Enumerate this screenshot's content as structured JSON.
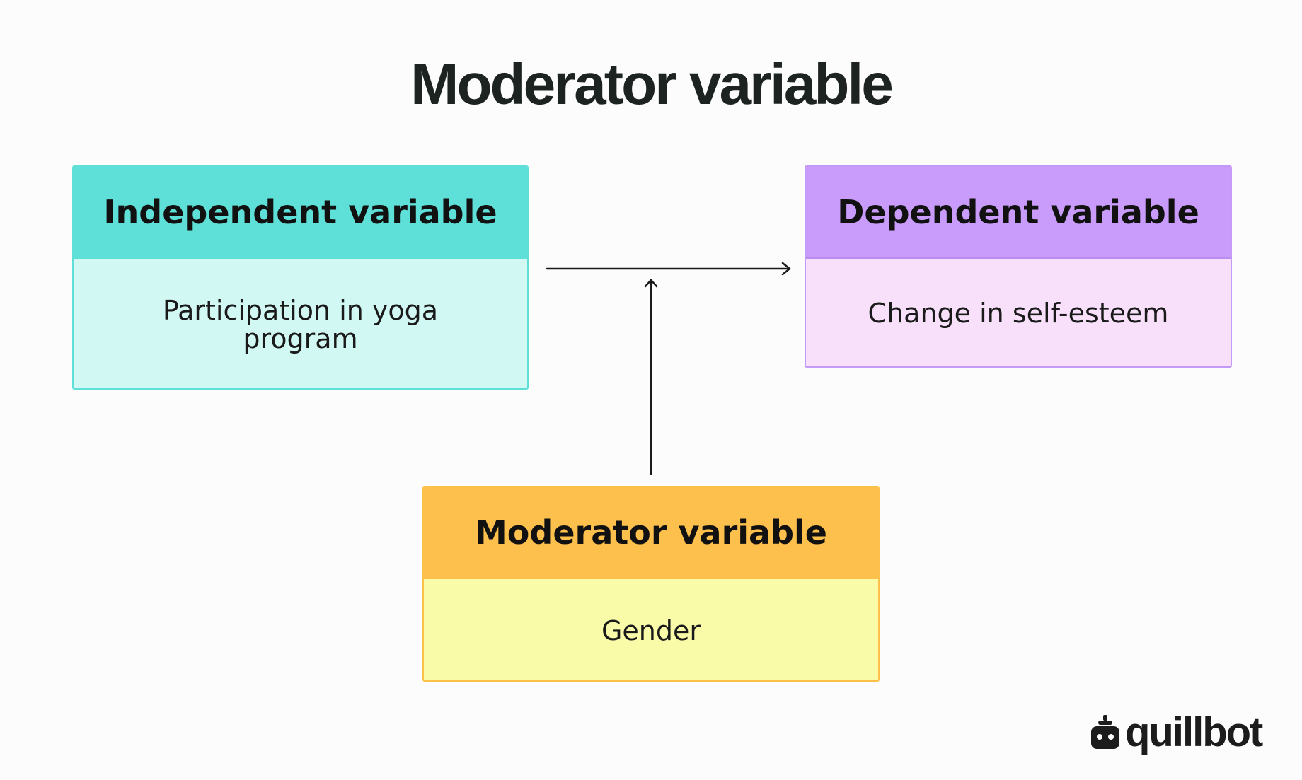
{
  "title": "Moderator variable",
  "boxes": {
    "independent": {
      "heading": "Independent variable",
      "text": "Participation in yoga program",
      "header_color": "#5ee0d8",
      "body_color": "#d2f8f3"
    },
    "dependent": {
      "heading": "Dependent variable",
      "text": "Change in self-esteem",
      "header_color": "#c99cfb",
      "body_color": "#f9e0fa"
    },
    "moderator": {
      "heading": "Moderator variable",
      "text": "Gender",
      "header_color": "#fdc04c",
      "body_color": "#f9fba9"
    }
  },
  "logo": {
    "text": "quillbot",
    "icon": "quillbot-robot-icon"
  }
}
